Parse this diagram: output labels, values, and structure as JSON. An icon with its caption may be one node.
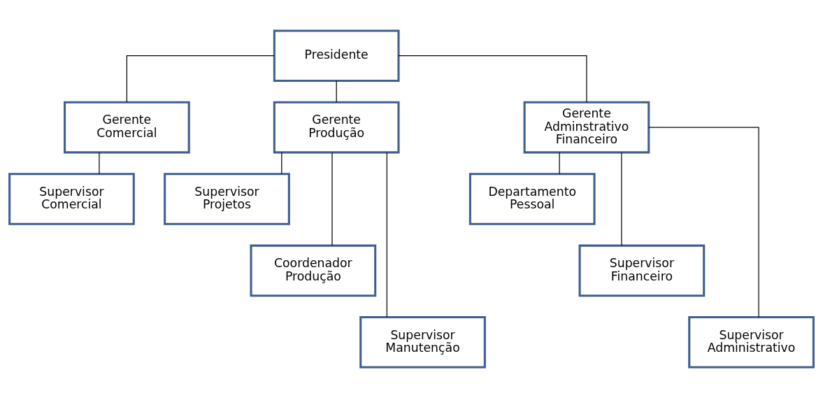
{
  "diagram": {
    "nodes": [
      {
        "text": [
          "Presidente"
        ]
      },
      {
        "text": [
          "Gerente Comercial"
        ]
      },
      {
        "text": [
          "Gerente Produção"
        ]
      },
      {
        "text": [
          "Gerente Adminstrativo Financeiro"
        ]
      },
      {
        "text": [
          "Supervisor Comercial"
        ]
      },
      {
        "text": [
          "Supervisor Projetos"
        ]
      },
      {
        "text": [
          "Coordenador Produção"
        ]
      },
      {
        "text": [
          "Supervisor Manutenção"
        ]
      },
      {
        "text": [
          "Departamento Pessoal"
        ]
      },
      {
        "text": [
          "Supervisor Financeiro"
        ]
      },
      {
        "text": [
          "Supervisor Administrativo"
        ]
      }
    ],
    "edges": [
      {
        "from": 0,
        "to": 1,
        "arrow": "none"
      },
      {
        "from": 0,
        "to": 2,
        "arrow": "none"
      },
      {
        "from": 0,
        "to": 3,
        "arrow": "none"
      },
      {
        "from": 1,
        "to": 4,
        "arrow": "none"
      },
      {
        "from": 2,
        "to": 5,
        "arrow": "none"
      },
      {
        "from": 2,
        "to": 6,
        "arrow": "none"
      },
      {
        "from": 2,
        "to": 7,
        "arrow": "none"
      },
      {
        "from": 3,
        "to": 8,
        "arrow": "none"
      },
      {
        "from": 3,
        "to": 9,
        "arrow": "none"
      },
      {
        "from": 3,
        "to": 10,
        "arrow": "none"
      }
    ]
  }
}
